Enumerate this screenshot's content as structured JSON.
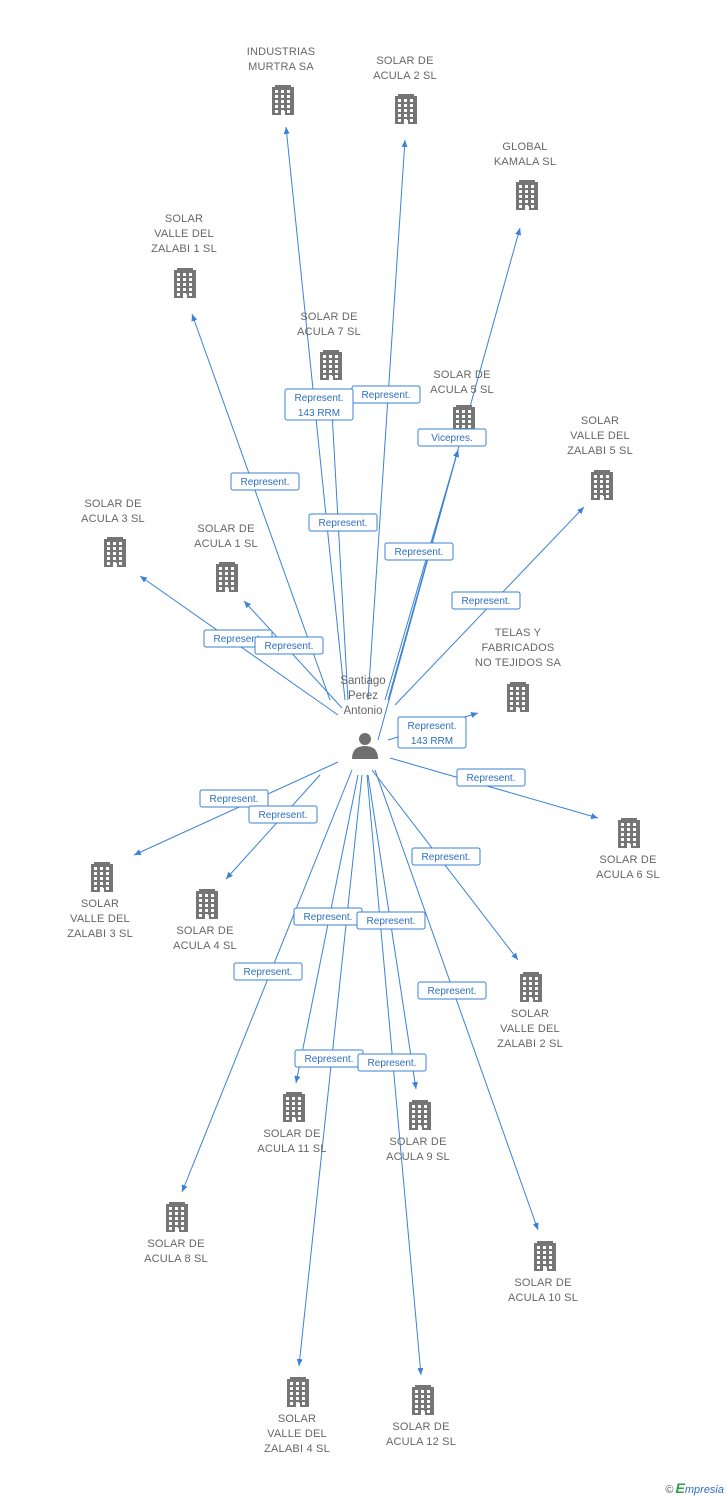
{
  "person": {
    "name_lines": [
      "Santiago",
      "Perez",
      "Antonio"
    ]
  },
  "companies": [
    {
      "id": "c1",
      "lines": [
        "INDUSTRIAS",
        "MURTRA SA"
      ]
    },
    {
      "id": "c2",
      "lines": [
        "SOLAR DE",
        "ACULA 2 SL"
      ]
    },
    {
      "id": "c3",
      "lines": [
        "GLOBAL",
        "KAMALA SL"
      ]
    },
    {
      "id": "c4",
      "lines": [
        "SOLAR",
        "VALLE DEL",
        "ZALABI 1 SL"
      ]
    },
    {
      "id": "c5",
      "lines": [
        "SOLAR DE",
        "ACULA 7 SL"
      ]
    },
    {
      "id": "c6",
      "lines": [
        "SOLAR DE",
        "ACULA 5 SL"
      ]
    },
    {
      "id": "c7",
      "lines": [
        "SOLAR",
        "VALLE DEL",
        "ZALABI 5 SL"
      ]
    },
    {
      "id": "c8",
      "lines": [
        "SOLAR DE",
        "ACULA 3 SL"
      ]
    },
    {
      "id": "c9",
      "lines": [
        "SOLAR DE",
        "ACULA 1 SL"
      ]
    },
    {
      "id": "c10",
      "lines": [
        "TELAS Y",
        "FABRICADOS",
        "NO TEJIDOS SA"
      ]
    },
    {
      "id": "c11",
      "lines": [
        "SOLAR DE",
        "ACULA 6 SL"
      ]
    },
    {
      "id": "c12",
      "lines": [
        "SOLAR",
        "VALLE DEL",
        "ZALABI 3 SL"
      ]
    },
    {
      "id": "c13",
      "lines": [
        "SOLAR DE",
        "ACULA 4 SL"
      ]
    },
    {
      "id": "c14",
      "lines": [
        "SOLAR",
        "VALLE DEL",
        "ZALABI 2 SL"
      ]
    },
    {
      "id": "c15",
      "lines": [
        "SOLAR DE",
        "ACULA 11 SL"
      ]
    },
    {
      "id": "c16",
      "lines": [
        "SOLAR DE",
        "ACULA 9 SL"
      ]
    },
    {
      "id": "c17",
      "lines": [
        "SOLAR DE",
        "ACULA 8 SL"
      ]
    },
    {
      "id": "c18",
      "lines": [
        "SOLAR DE",
        "ACULA 10 SL"
      ]
    },
    {
      "id": "c19",
      "lines": [
        "SOLAR",
        "VALLE DEL",
        "ZALABI 4 SL"
      ]
    },
    {
      "id": "c20",
      "lines": [
        "SOLAR DE",
        "ACULA 12 SL"
      ]
    }
  ],
  "edges": [
    {
      "target": "c1",
      "label": [
        "Represent."
      ]
    },
    {
      "target": "c2",
      "label": [
        "Represent."
      ]
    },
    {
      "target": "c3",
      "label": [
        "Represent."
      ]
    },
    {
      "target": "c4",
      "label": [
        "Represent."
      ]
    },
    {
      "target": "c5",
      "label": [
        "Represent.",
        "143 RRM"
      ]
    },
    {
      "target": "c6",
      "label": [
        "Vicepres."
      ]
    },
    {
      "target": "c7",
      "label": [
        "Represent."
      ]
    },
    {
      "target": "c8",
      "label": [
        "Represent."
      ]
    },
    {
      "target": "c9",
      "label": [
        "Represent."
      ]
    },
    {
      "target": "c10",
      "label": [
        "Represent.",
        "143 RRM"
      ]
    },
    {
      "target": "c11",
      "label": [
        "Represent."
      ]
    },
    {
      "target": "c12",
      "label": [
        "Represent."
      ]
    },
    {
      "target": "c13",
      "label": [
        "Represent."
      ]
    },
    {
      "target": "c14",
      "label": [
        "Represent."
      ]
    },
    {
      "target": "c15",
      "label": [
        "Represent."
      ]
    },
    {
      "target": "c16",
      "label": [
        "Represent."
      ]
    },
    {
      "target": "c17",
      "label": [
        "Represent."
      ]
    },
    {
      "target": "c18",
      "label": [
        "Represent."
      ]
    },
    {
      "target": "c19",
      "label": [
        "Represent."
      ]
    },
    {
      "target": "c20",
      "label": [
        "Represent."
      ]
    },
    {
      "target": "c6",
      "label": [
        "Represent."
      ]
    }
  ],
  "footer": {
    "copyright": "©",
    "brand_e": "E",
    "brand_rest": "mpresia"
  }
}
